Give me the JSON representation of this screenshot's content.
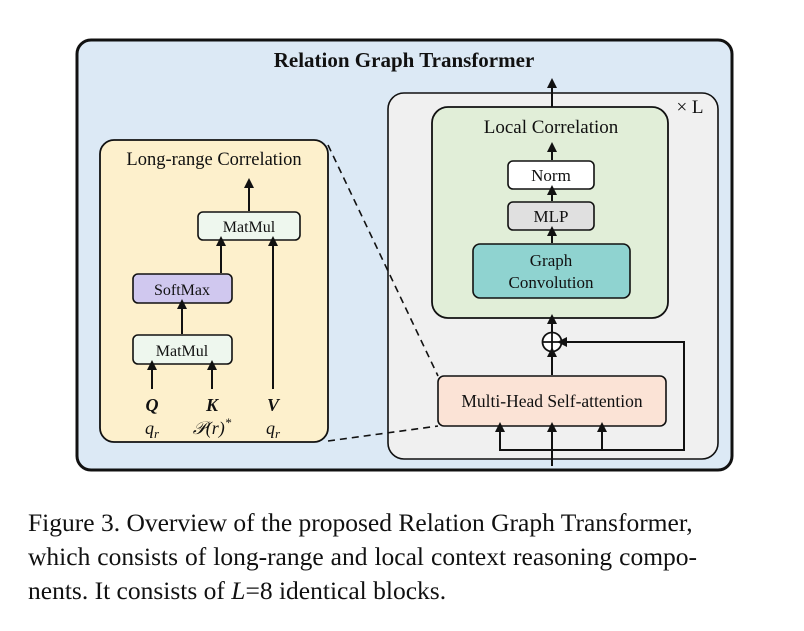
{
  "diagram": {
    "title": "Relation Graph Transformer",
    "repeat_label": "× L",
    "long_range": {
      "title": "Long-range Correlation",
      "matmul_top": "MatMul",
      "softmax": "SoftMax",
      "matmul_bottom": "MatMul",
      "inputs": {
        "q_label": "Q",
        "k_label": "K",
        "v_label": "V",
        "q_sub_base": "q",
        "q_sub_subscript": "r",
        "k_sub_base": "𝒫(r)",
        "k_sub_sup": "*",
        "v_sub_base": "q",
        "v_sub_subscript": "r"
      }
    },
    "local": {
      "title": "Local Correlation",
      "norm": "Norm",
      "mlp": "MLP",
      "graph_conv_line1": "Graph",
      "graph_conv_line2": "Convolution"
    },
    "attention": "Multi-Head Self-attention",
    "add_symbol": "⊕",
    "colors": {
      "outer_bg": "#dce9f5",
      "block_bg": "#f0f0f0",
      "long_range_bg": "#fdf0cc",
      "local_bg": "#e1eed8",
      "graph_conv": "#8fd3d0",
      "attention": "#fbe3d6",
      "softmax": "#d0c8ef",
      "matmul": "#eef7ee",
      "mlp": "#e0e0e0",
      "norm": "#ffffff"
    }
  },
  "caption": {
    "line1": "Figure 3. Overview of the proposed Relation Graph Transformer,",
    "line2": "which consists of long-range and local context reasoning compo-",
    "line3_pre": "nents. It consists of ",
    "line3_var": "L",
    "line3_post": "=8 identical blocks."
  }
}
